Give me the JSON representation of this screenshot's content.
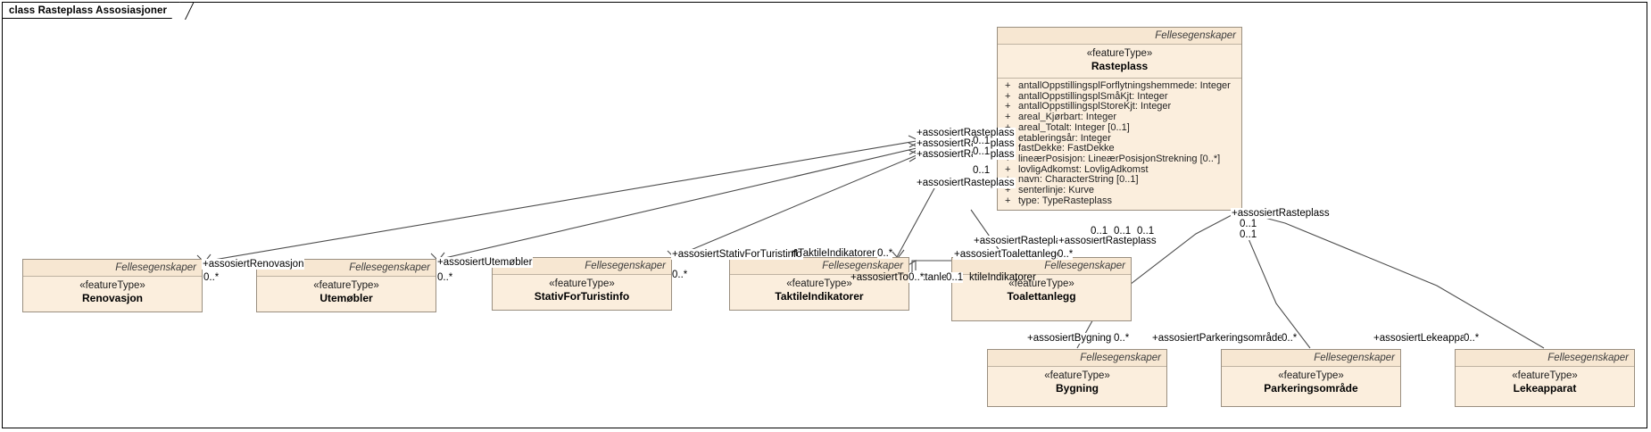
{
  "diagram": {
    "frame_label": "class Rasteplass Assosiasjoner",
    "stereotype": "«featureType»",
    "package_tag": "Fellesegenskaper"
  },
  "main_class": {
    "package_tag": "Fellesegenskaper",
    "stereotype": "«featureType»",
    "name": "Rasteplass",
    "attributes": [
      {
        "vis": "+",
        "text": "antallOppstillingsplForflytningshemmede: Integer"
      },
      {
        "vis": "+",
        "text": "antallOppstillingsplSmåKjt: Integer"
      },
      {
        "vis": "+",
        "text": "antallOppstillingsplStoreKjt: Integer"
      },
      {
        "vis": "+",
        "text": "areal_Kjørbart: Integer"
      },
      {
        "vis": "+",
        "text": "areal_Totalt: Integer [0..1]"
      },
      {
        "vis": "+",
        "text": "etableringsår: Integer"
      },
      {
        "vis": "+",
        "text": "fastDekke: FastDekke"
      },
      {
        "vis": "+",
        "text": "lineærPosisjon: LineærPosisjonStrekning [0..*]"
      },
      {
        "vis": "+",
        "text": "lovligAdkomst: LovligAdkomst"
      },
      {
        "vis": "+",
        "text": "navn: CharacterString [0..1]"
      },
      {
        "vis": "+",
        "text": "senterlinje: Kurve"
      },
      {
        "vis": "+",
        "text": "type: TypeRasteplass"
      }
    ]
  },
  "classes": [
    {
      "id": "renovasjon",
      "package_tag": "Fellesegenskaper",
      "stereotype": "«featureType»",
      "name": "Renovasjon"
    },
    {
      "id": "utemobler",
      "package_tag": "Fellesegenskaper",
      "stereotype": "«featureType»",
      "name": "Utemøbler"
    },
    {
      "id": "stativturistinfo",
      "package_tag": "Fellesegenskaper",
      "stereotype": "«featureType»",
      "name": "StativForTuristinfo"
    },
    {
      "id": "taktile",
      "package_tag": "Fellesegenskaper",
      "stereotype": "«featureType»",
      "name": "TaktileIndikatorer"
    },
    {
      "id": "toalettanlegg",
      "package_tag": "Fellesegenskaper",
      "stereotype": "«featureType»",
      "name": "Toalettanlegg"
    },
    {
      "id": "bygning",
      "package_tag": "Fellesegenskaper",
      "stereotype": "«featureType»",
      "name": "Bygning"
    },
    {
      "id": "parkering",
      "package_tag": "Fellesegenskaper",
      "stereotype": "«featureType»",
      "name": "Parkeringsområde"
    },
    {
      "id": "lekeapparat",
      "package_tag": "Fellesegenskaper",
      "stereotype": "«featureType»",
      "name": "Lekeapparat"
    }
  ],
  "edge_labels": {
    "assos_rasteplass_1": "+assosiertRasteplass",
    "assos_rasteplass_2": "+assosiertRasteplass",
    "assos_rasteplass_3": "+assosiertRasteplass",
    "assos_rasteplass_4": "+assosiertRasteplass",
    "assos_rasteplass_5": "+assosiertRasteplass",
    "assos_rasteplass_6": "+assosiertRasteplass",
    "assos_rasteplass_7": "+assosiertRasteplass",
    "assos_renovasjon": "+assosiertRenovasjon",
    "assos_utemobler": "+assosiertUtemøbler",
    "assos_stativturistinfo": "+assosiertStativForTuristinfo",
    "assos_taktile": "rtTaktileIndikatorer",
    "assos_toalettanlegg_top": "+assosiertToalettanlegg",
    "assos_toalettanlegg_self": "+assosiertToalettanlegg",
    "assos_taktile_self": "ktileIndikatorer",
    "assos_bygning": "+assosiertBygning",
    "assos_parkering": "+assosiertParkeringsområde",
    "assos_lekeapparat": "+assosiertLekeapparat"
  },
  "multiplicities": {
    "renovasjon_near": "0..*",
    "utemobler_near": "0..*",
    "stativ_near": "0..*",
    "taktile_near": "0..*",
    "toalett_near": "0..*",
    "rast_a": "0..1",
    "rast_b": "0..1",
    "rast_c": "0..1",
    "rast_d": "0..1",
    "rast_e": "0..1",
    "rast_f": "0..1",
    "rast_g": "0..1",
    "rast_h": "0..1",
    "rast_i": "0..1",
    "self_left": "0..*",
    "self_right": "0..1",
    "bygning_mult": "0..*",
    "parkering_mult": "0..*",
    "lekeapparat_mult": "0..*"
  },
  "colors": {
    "class_fill": "#fbeedd",
    "class_header_fill": "#f7e7d2",
    "class_border": "#9a8f80",
    "line": "#4d4d4d",
    "frame_border": "#000000",
    "page_bg": "#ffffff"
  }
}
